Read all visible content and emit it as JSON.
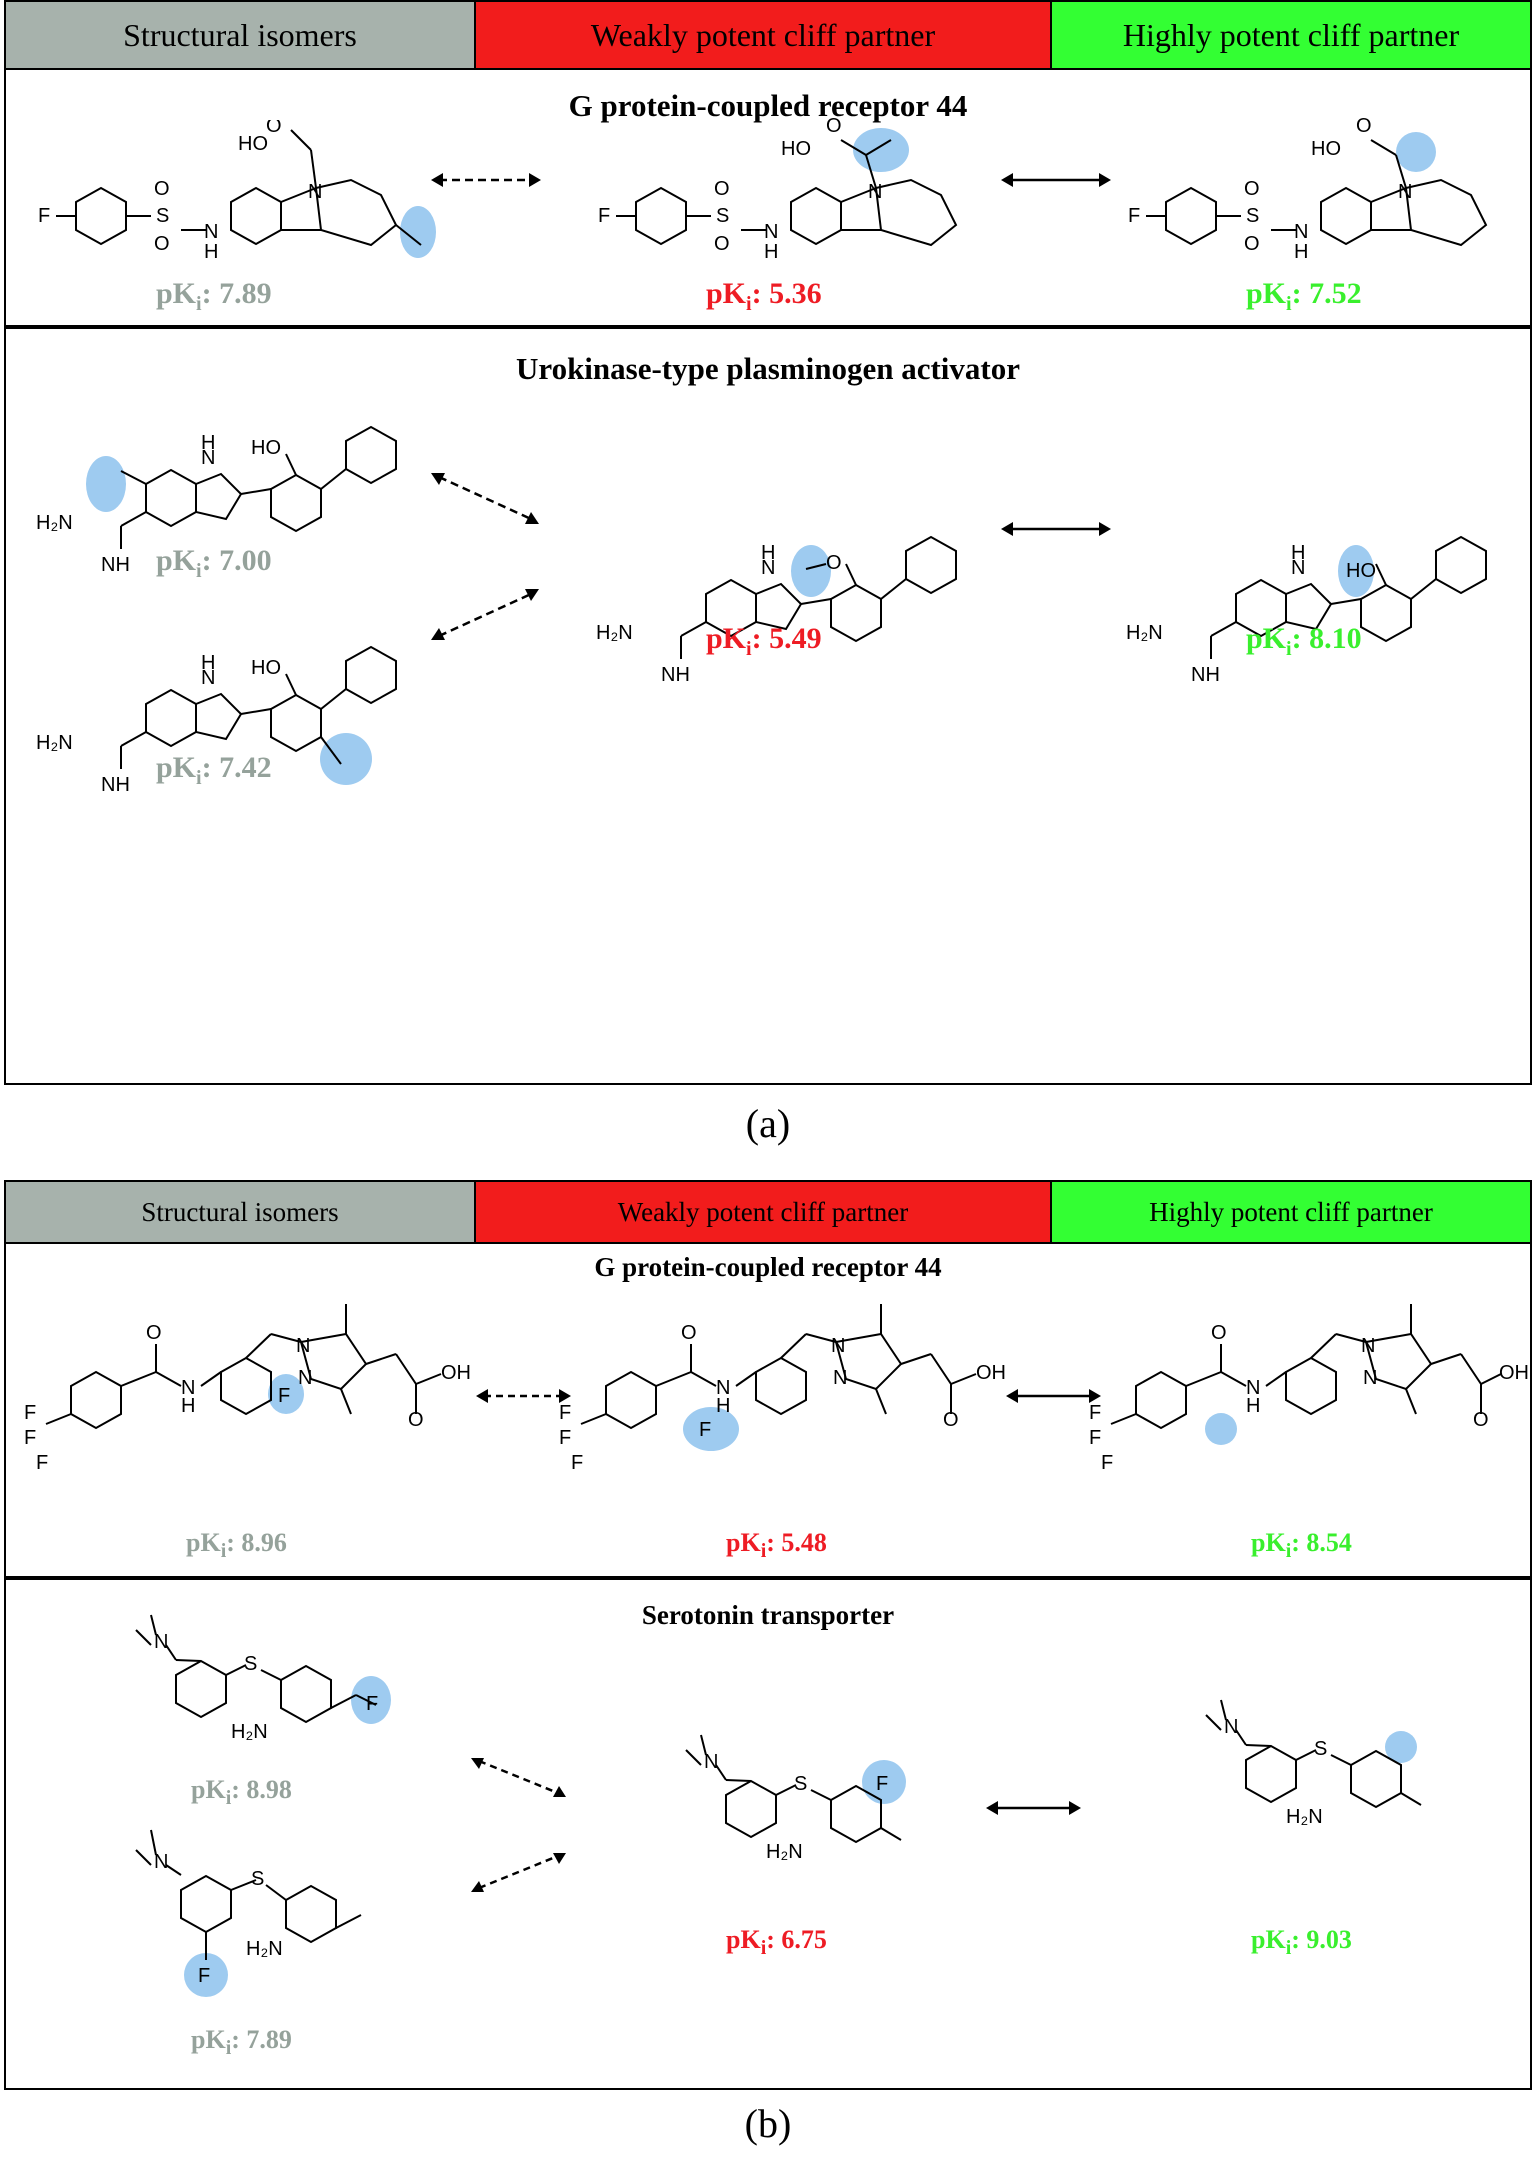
{
  "headers": {
    "structural": "Structural isomers",
    "weak": "Weakly potent cliff partner",
    "high": "Highly potent cliff partner"
  },
  "colors": {
    "gray": "#a7b2ac",
    "red": "#f21c1c",
    "green": "#33ff33",
    "highlight": "#9ecbf0"
  },
  "panel_a": {
    "caption": "(a)",
    "sections": [
      {
        "title": "G protein-coupled receptor 44",
        "values": {
          "isomer": "7.89",
          "weak": "5.36",
          "high": "7.52"
        }
      },
      {
        "title": "Urokinase-type plasminogen activator",
        "values": {
          "isomer1": "7.00",
          "isomer2": "7.42",
          "weak": "5.49",
          "high": "8.10"
        }
      }
    ]
  },
  "panel_b": {
    "caption": "(b)",
    "sections": [
      {
        "title": "G protein-coupled receptor 44",
        "values": {
          "isomer": "8.96",
          "weak": "5.48",
          "high": "8.54"
        }
      },
      {
        "title": "Serotonin transporter",
        "values": {
          "isomer1": "8.98",
          "isomer2": "7.89",
          "weak": "6.75",
          "high": "9.03"
        }
      }
    ]
  },
  "labels": {
    "pk_prefix": "pK",
    "pk_sub": "i",
    "pk_colon": ":"
  },
  "atoms": {
    "ho": "HO",
    "oh": "OH",
    "o": "O",
    "n": "N",
    "nh": "NH",
    "h": "H",
    "f": "F",
    "s": "S",
    "h2n": "H₂N",
    "n_h": "N\nH"
  }
}
